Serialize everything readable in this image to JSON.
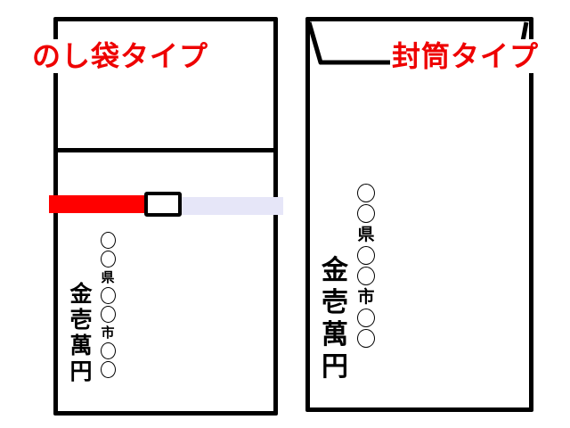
{
  "noshi_envelope": {
    "title": "のし袋タイプ",
    "band": {
      "left_color": "#ff0000",
      "right_color": "#e6e6f8",
      "knot_color": "#ffffff"
    },
    "address_column": [
      "○",
      "○",
      "県",
      "○",
      "○",
      "市",
      "○",
      "○"
    ],
    "amount_column": [
      "金",
      "壱",
      "萬",
      "円"
    ]
  },
  "fuutou_envelope": {
    "title": "封筒タイプ",
    "address_column": [
      "○",
      "○",
      "県",
      "○",
      "○",
      "市",
      "○",
      "○"
    ],
    "amount_column": [
      "金",
      "壱",
      "萬",
      "円"
    ]
  },
  "colors": {
    "title": "#ee0000",
    "outline": "#000000",
    "background": "#ffffff"
  }
}
